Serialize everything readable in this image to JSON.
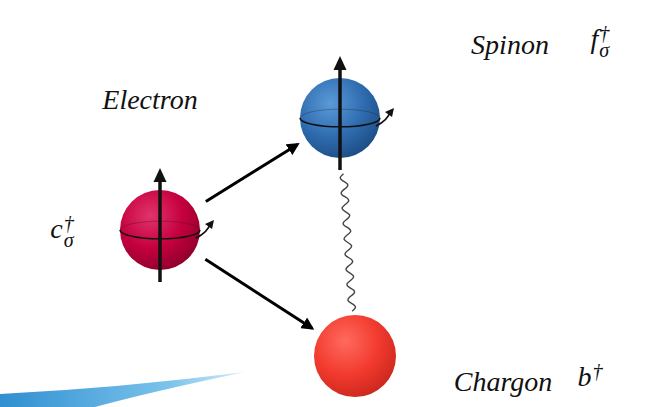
{
  "diagram": {
    "nodes": [
      {
        "text": [
          "Electron",
          "c†σ"
        ]
      },
      {
        "text": [
          "Spinon",
          "f†σ"
        ]
      },
      {
        "text": [
          "Chargon",
          "b†"
        ]
      }
    ],
    "edges": [
      {
        "from": 0,
        "to": 1,
        "arrow": "to"
      },
      {
        "from": 0,
        "to": 2,
        "arrow": "to"
      },
      {
        "from": 1,
        "to": 2,
        "arrow": "none"
      }
    ]
  }
}
